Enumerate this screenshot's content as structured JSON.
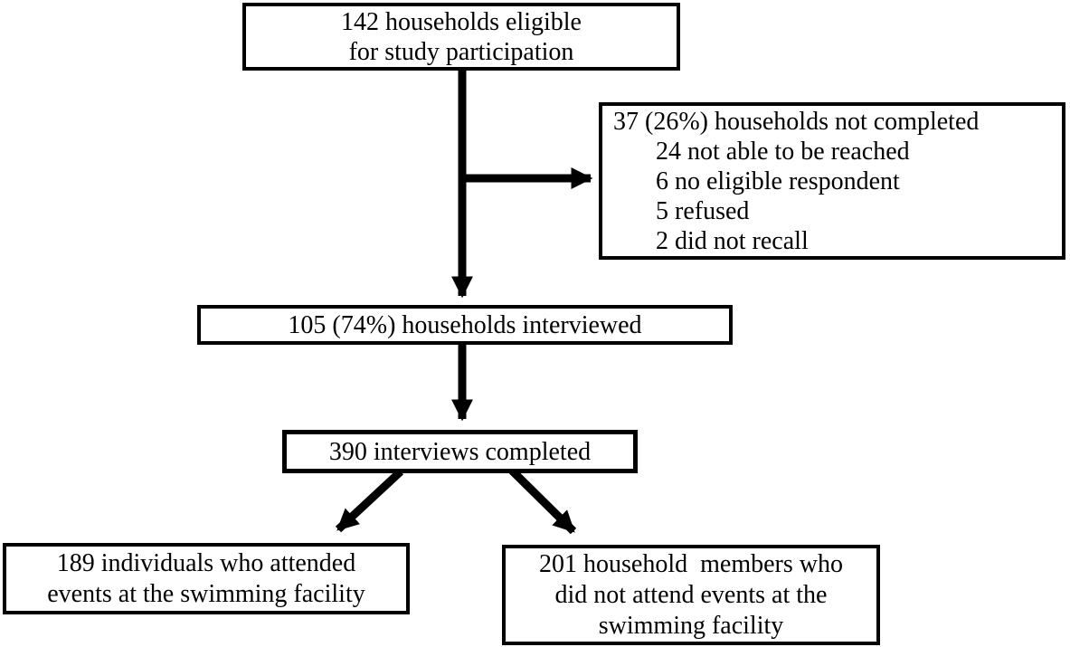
{
  "flowchart": {
    "eligible": {
      "line1": "142 households eligible",
      "line2": "for study participation"
    },
    "not_completed": {
      "heading": "37 (26%) households not completed",
      "items": [
        "24 not able to be reached",
        "6 no eligible respondent",
        "5 refused",
        "2 did not recall"
      ]
    },
    "interviewed": {
      "text": "105 (74%) households interviewed"
    },
    "interviews_completed": {
      "text": "390 interviews completed"
    },
    "attended": {
      "line1": "189 individuals who attended",
      "line2": "events at the swimming facility"
    },
    "not_attended": {
      "line1": "201 household  members who",
      "line2": "did not attend events at the",
      "line3": "swimming facility"
    },
    "edges": [
      {
        "from": "eligible",
        "to": "interviewed",
        "type": "arrow-down"
      },
      {
        "from": "eligible",
        "to": "not_completed",
        "type": "arrow-right-branch"
      },
      {
        "from": "interviewed",
        "to": "interviews_completed",
        "type": "arrow-down"
      },
      {
        "from": "interviews_completed",
        "to": "attended",
        "type": "arrow-diagonal-left"
      },
      {
        "from": "interviews_completed",
        "to": "not_attended",
        "type": "arrow-diagonal-right"
      }
    ],
    "colors": {
      "background": "#ffffff",
      "box_border": "#000000",
      "text": "#000000",
      "arrow": "#000000"
    }
  }
}
